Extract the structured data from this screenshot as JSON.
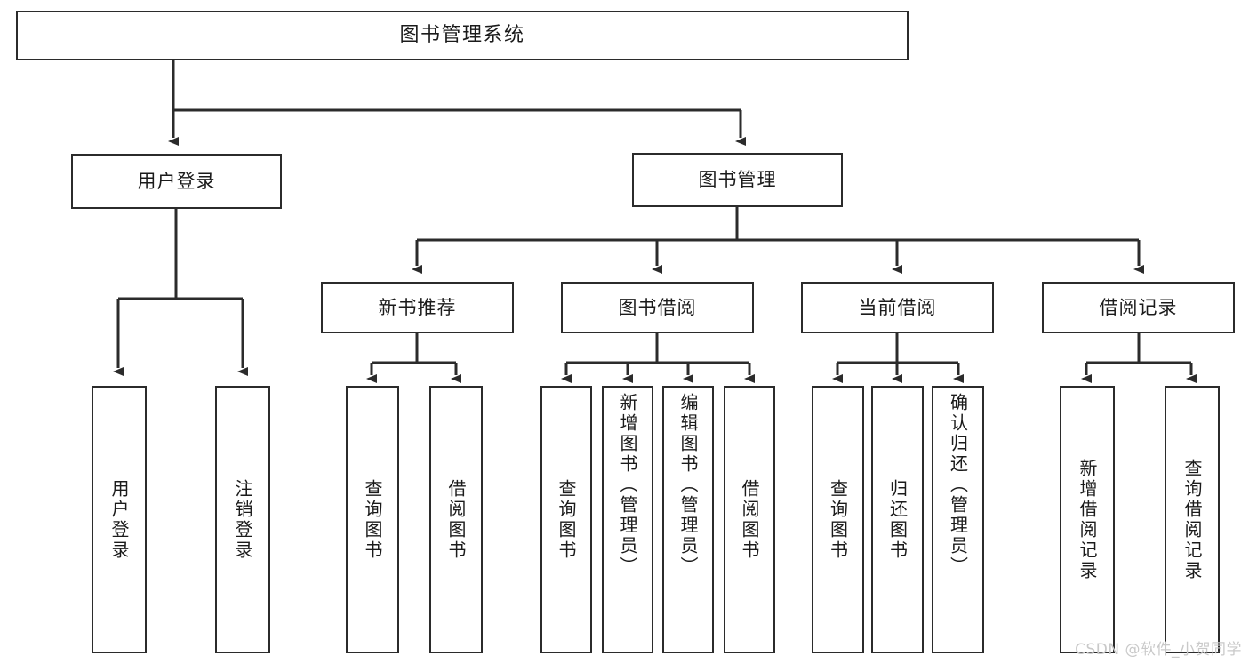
{
  "diagram": {
    "type": "tree",
    "title": "图书管理系统",
    "orientation": "top-down",
    "edge_color": "#2b2b2b",
    "node_fill": "#ffffff",
    "node_border": "#2b2b2b"
  },
  "nodes": {
    "root": {
      "label": "图书管理系统"
    },
    "tier1": [
      {
        "label": "用户登录"
      },
      {
        "label": "图书管理"
      }
    ],
    "tier2": [
      {
        "label": "新书推荐"
      },
      {
        "label": "图书借阅"
      },
      {
        "label": "当前借阅"
      },
      {
        "label": "借阅记录"
      }
    ],
    "leaves_user_login": [
      {
        "label": "用户登录"
      },
      {
        "label": "注销登录"
      }
    ],
    "leaves_new_book": [
      {
        "label": "查询图书"
      },
      {
        "label": "借阅图书"
      }
    ],
    "leaves_borrow": [
      {
        "label": "查询图书"
      },
      {
        "label": "新增图书（管理员）"
      },
      {
        "label": "编辑图书（管理员）"
      },
      {
        "label": "借阅图书"
      }
    ],
    "leaves_current": [
      {
        "label": "查询图书"
      },
      {
        "label": "归还图书"
      },
      {
        "label": "确认归还（管理员）"
      }
    ],
    "leaves_records": [
      {
        "label": "新增借阅记录"
      },
      {
        "label": "查询借阅记录"
      }
    ]
  },
  "watermark": {
    "text": "CSDN @软件_小贺同学",
    "color": "#c9c9c9"
  }
}
